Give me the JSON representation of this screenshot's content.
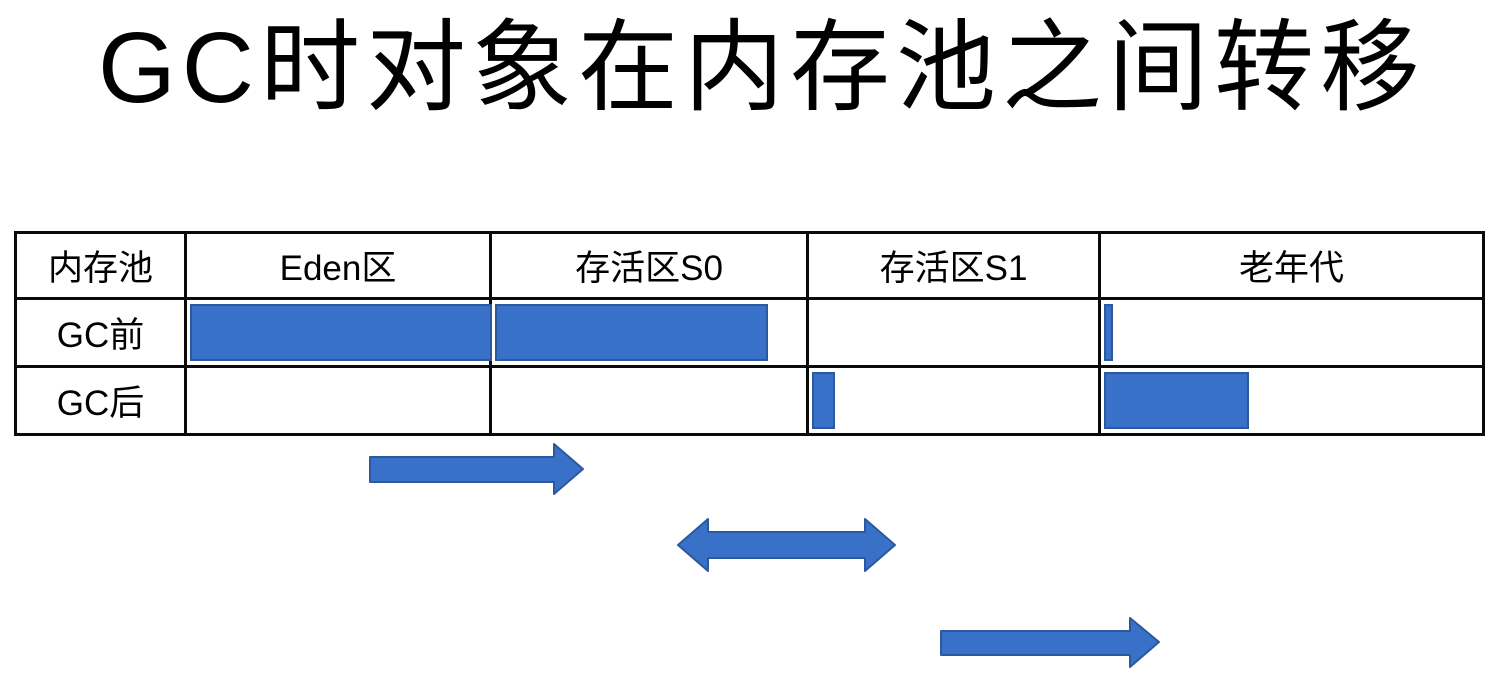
{
  "title": "GC时对象在内存池之间转移",
  "table": {
    "header": [
      "内存池",
      "Eden区",
      "存活区S0",
      "存活区S1",
      "老年代"
    ],
    "row_labels": [
      "GC前",
      "GC后"
    ],
    "bars": [
      {
        "row": 0,
        "col": 1,
        "name": "gc-before-eden",
        "width_pct": 100
      },
      {
        "row": 0,
        "col": 2,
        "name": "gc-before-s0",
        "width_pct": 87
      },
      {
        "row": 0,
        "col": 4,
        "name": "gc-before-old",
        "width_pct": 2.4
      },
      {
        "row": 1,
        "col": 3,
        "name": "gc-after-s1",
        "width_pct": 8
      },
      {
        "row": 1,
        "col": 4,
        "name": "gc-after-old",
        "width_pct": 38
      }
    ]
  },
  "arrows": [
    {
      "name": "eden-to-survivor",
      "direction": "right"
    },
    {
      "name": "s0-s1-exchange",
      "direction": "both"
    },
    {
      "name": "survivor-to-old",
      "direction": "right"
    }
  ],
  "colors": {
    "bg": "#ffffff",
    "text": "#000000",
    "table_border": "#0a0a0a",
    "bar_fill": "#3a71c8",
    "bar_border": "#2c589e",
    "arrow_fill": "#3a71c8",
    "arrow_border": "#2c589e"
  },
  "chart_data": {
    "type": "table",
    "title": "GC时对象在内存池之间转移",
    "columns": [
      "内存池",
      "Eden区",
      "存活区S0",
      "存活区S1",
      "老年代"
    ],
    "rows": [
      {
        "label": "GC前",
        "occupancy_pct": [
          100,
          87,
          0,
          2.4
        ]
      },
      {
        "label": "GC后",
        "occupancy_pct": [
          0,
          0,
          8,
          38
        ]
      }
    ]
  }
}
